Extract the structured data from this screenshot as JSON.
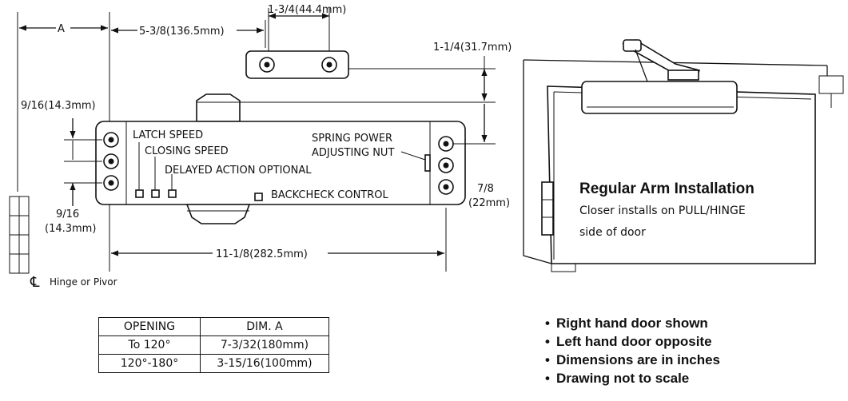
{
  "dimensions": {
    "a": "A",
    "offset": "5-3/8(136.5mm)",
    "bracket_spacing": "1-3/4(44.4mm)",
    "bracket_height": "1-1/4(31.7mm)",
    "hole_top": "9/16(14.3mm)",
    "hole_bottom_1": "9/16",
    "hole_bottom_2": "(14.3mm)",
    "right_1": "7/8",
    "right_2": "(22mm)",
    "length": "11-1/8(282.5mm)"
  },
  "callouts": {
    "latch_speed": "LATCH SPEED",
    "closing_speed": "CLOSING SPEED",
    "delayed_action": "DELAYED ACTION OPTIONAL",
    "spring_power_1": "SPRING POWER",
    "spring_power_2": "ADJUSTING NUT",
    "backcheck": "BACKCHECK CONTROL",
    "hinge": "Hinge or Pivor",
    "centerline_symbol": "℄"
  },
  "installation": {
    "title": "Regular Arm Installation",
    "line1": "Closer installs on PULL/HINGE",
    "line2": "side of door"
  },
  "table": {
    "headers": [
      "OPENING",
      "DIM. A"
    ],
    "rows": [
      [
        "To 120°",
        "7-3/32(180mm)"
      ],
      [
        "120°-180°",
        "3-15/16(100mm)"
      ]
    ]
  },
  "notes": [
    "Right hand door shown",
    "Left hand door opposite",
    "Dimensions are in inches",
    "Drawing not to scale"
  ]
}
